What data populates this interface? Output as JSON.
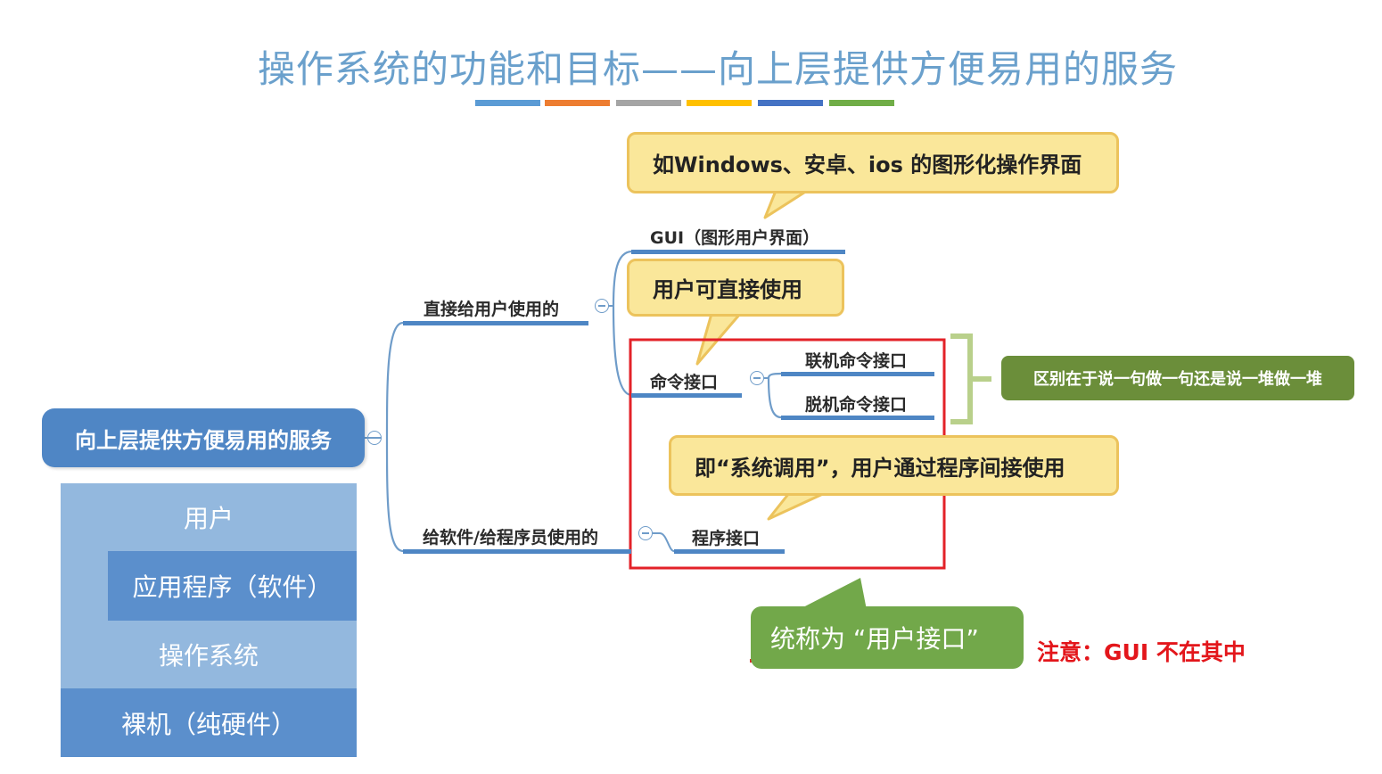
{
  "title": "操作系统的功能和目标——向上层提供方便易用的服务",
  "title_stripe_colors": [
    "#5b9bd5",
    "#ed7d31",
    "#a5a5a5",
    "#ffc000",
    "#4472c4",
    "#70ad47"
  ],
  "root": {
    "label": "向上层提供方便易用的服务"
  },
  "branches": {
    "direct": {
      "label": "直接给用户使用的"
    },
    "program": {
      "label": "给软件/给程序员使用的"
    }
  },
  "nodes": {
    "gui": "GUI（图形用户界面）",
    "command": "命令接口",
    "online": "联机命令接口",
    "offline": "脱机命令接口",
    "program_interface": "程序接口"
  },
  "callouts": {
    "gui": "如Windows、安卓、ios 的图形化操作界面",
    "command": "用户可直接使用",
    "program": "即“系统调用”，用户通过程序间接使用",
    "user_interface": "统称为 “用户接口”"
  },
  "bracket_note": "区别在于说一句做一句还是说一堆做一堆",
  "red_note": "注意：GUI 不在其中",
  "layers": {
    "user": "用户",
    "app": "应用程序（软件）",
    "os": "操作系统",
    "hardware": "裸机（纯硬件）"
  },
  "colors": {
    "branch_line": "#4e86c4",
    "callout_fill": "#fae79a",
    "callout_border": "#ecc35c",
    "highlight_box": "#e32228",
    "note_red": "#e3161b",
    "green_note": "#6b8e3a",
    "green_callout": "#72a84a",
    "arrow": "#c76a3a"
  }
}
